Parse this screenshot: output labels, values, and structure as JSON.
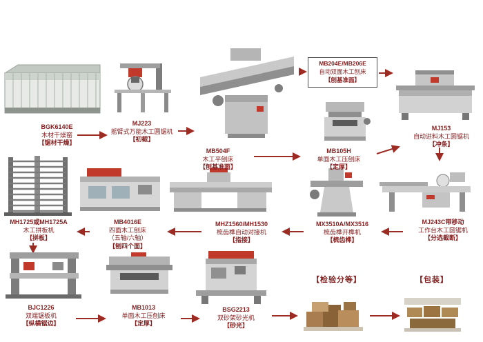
{
  "colors": {
    "arrow": "#9c2b23",
    "label_text": "#831f1f",
    "accent_red": "#c0392b",
    "machine_grey": "#c9c9c9",
    "background": "#ffffff"
  },
  "nodes": {
    "bgk6140e": {
      "model": "BGK6140E",
      "name": "木材干燥窑",
      "step": "【锯材干燥】"
    },
    "mj223": {
      "model": "MJ223",
      "name": "摇臂式万能木工圆锯机",
      "step": "【初截】"
    },
    "mb504f": {
      "model": "MB504F",
      "name": "木工平刨床",
      "step": "【刨基准面】"
    },
    "mb204e": {
      "model": "MB204E/MB206E",
      "name": "自动双面木工刨床",
      "step": "【刨基准面】"
    },
    "mj153": {
      "model": "MJ153",
      "name": "自动进料木工圆锯机",
      "step": "【冲条】"
    },
    "mb105h": {
      "model": "MB105H",
      "name": "单面木工压刨床",
      "step": "【定厚】"
    },
    "mh1725": {
      "model": "MH1725或MH1725A",
      "name": "木工拼板机",
      "step": "【拼板】"
    },
    "mb4016e": {
      "model": "MB4016E",
      "name": "四面木工刨床",
      "name2": "（五轴/六轴）",
      "step": "【刨四个面】"
    },
    "mhz1560": {
      "model": "MHZ1560/MH1530",
      "name": "梳齿榫自动对接机",
      "step": "【指接】"
    },
    "mx3510a": {
      "model": "MX3510A/MX3516",
      "name": "梳齿榫开榫机",
      "step": "【梳齿榫】"
    },
    "mj243c": {
      "model": "MJ243C带移动",
      "name": "工作台木工圆锯机",
      "step": "【分选截断】"
    },
    "bjc1226": {
      "model": "BJC1226",
      "name": "双端锯板机",
      "step": "【纵横锯边】"
    },
    "mb1013": {
      "model": "MB1013",
      "name": "单面木工压刨床",
      "step": "【定厚】"
    },
    "bsg2213": {
      "model": "BSG2213",
      "name": "双砂架砂光机",
      "step": "【砂光】"
    },
    "inspection": {
      "step": "【检验分等】"
    },
    "packaging": {
      "step": "【包装】"
    }
  },
  "flow_arrows": [
    [
      "bgk6140e",
      "mj223"
    ],
    [
      "mj223",
      "mb504f"
    ],
    [
      "mb504f",
      "mb204e"
    ],
    [
      "mb204e",
      "mj153"
    ],
    [
      "mb504f",
      "mb105h"
    ],
    [
      "mb105h",
      "mj153"
    ],
    [
      "mj153",
      "mj243c"
    ],
    [
      "mj243c",
      "mx3510a"
    ],
    [
      "mx3510a",
      "mhz1560"
    ],
    [
      "mhz1560",
      "mb4016e"
    ],
    [
      "mb4016e",
      "mh1725"
    ],
    [
      "mh1725",
      "bjc1226"
    ],
    [
      "bjc1226",
      "mb1013"
    ],
    [
      "mb1013",
      "bsg2213"
    ],
    [
      "bsg2213",
      "inspection"
    ],
    [
      "inspection",
      "packaging"
    ]
  ]
}
